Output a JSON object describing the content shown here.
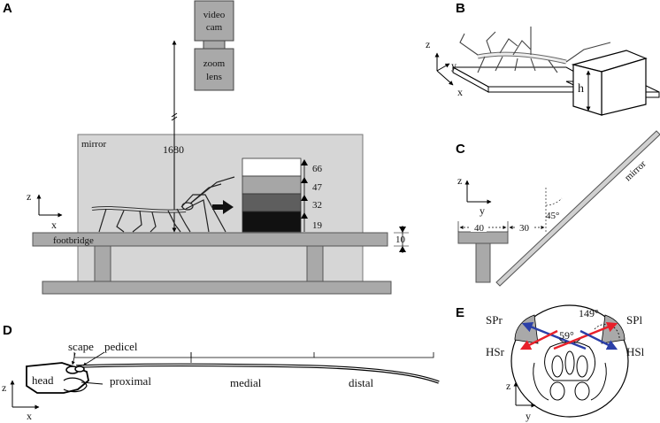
{
  "panels": {
    "A": {
      "letter": "A",
      "video_cam": [
        "video",
        "cam"
      ],
      "zoom_lens": [
        "zoom",
        "lens"
      ],
      "distance": "1680",
      "mirror": "mirror",
      "footbridge": "footbridge",
      "axis_z": "z",
      "axis_x": "x",
      "step_heights": [
        "66",
        "47",
        "32",
        "19"
      ],
      "bridge_height": "10",
      "step_colors": [
        "#ffffff",
        "#a6a6a6",
        "#5e5e5e",
        "#111111"
      ]
    },
    "B": {
      "letter": "B",
      "axis_z": "z",
      "axis_y": "y",
      "axis_x": "x",
      "h": "h"
    },
    "C": {
      "letter": "C",
      "axis_z": "z",
      "axis_y": "y",
      "mirror": "mirror",
      "angle": "45°",
      "width": "40",
      "gap": "30"
    },
    "D": {
      "letter": "D",
      "axis_z": "z",
      "axis_x": "x",
      "scape": "scape",
      "pedicel": "pedicel",
      "head": "head",
      "proximal": "proximal",
      "medial": "medial",
      "distal": "distal"
    },
    "E": {
      "letter": "E",
      "sp_right": "SPr",
      "sp_left": "SPl",
      "hs_right": "HSr",
      "hs_left": "HSl",
      "angle_large": "149°",
      "angle_small": "59°",
      "axis_z": "z",
      "axis_y": "y",
      "colors": {
        "red": "#e8202a",
        "blue": "#2b3fa8"
      }
    }
  }
}
